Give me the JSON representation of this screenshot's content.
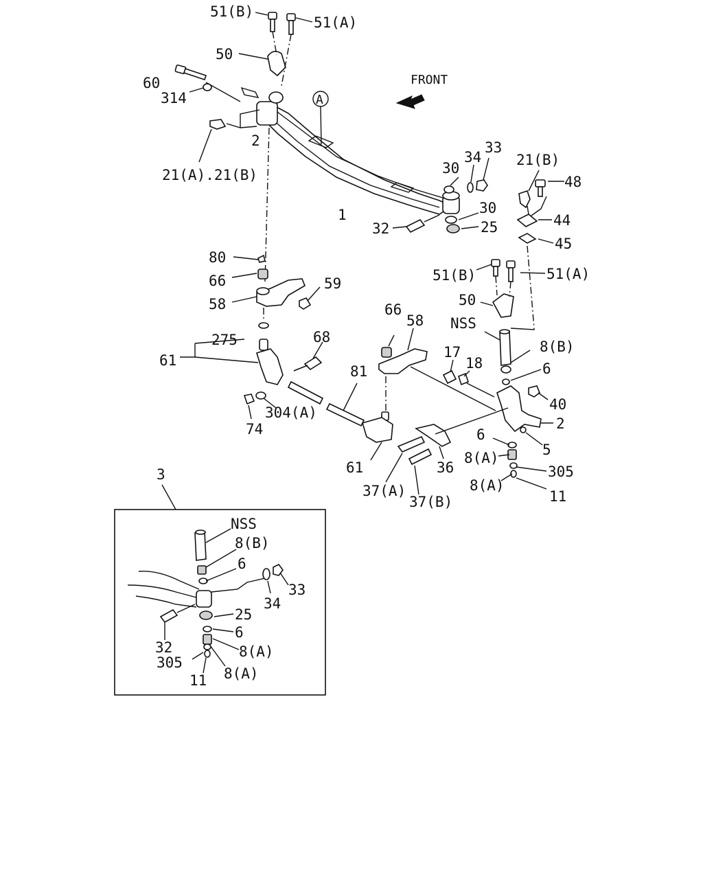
{
  "front_label": "FRONT",
  "ref_circle": "A",
  "labels": {
    "l51b_top": "51(B)",
    "l51a_top": "51(A)",
    "l50_top": "50",
    "l60": "60",
    "l314": "314",
    "l2_top": "2",
    "l21ab": "21(A).21(B)",
    "l1": "1",
    "l30a": "30",
    "l34_top": "34",
    "l33_top": "33",
    "l30b": "30",
    "l25_top": "25",
    "l32_top": "32",
    "l21b": "21(B)",
    "l48": "48",
    "l44": "44",
    "l45": "45",
    "l51b_mid": "51(B)",
    "l51a_mid": "51(A)",
    "l50_mid": "50",
    "lnss_mid": "NSS",
    "l8b_mid": "8(B)",
    "l6_mid": "6",
    "l40": "40",
    "l2_mid": "2",
    "l5": "5",
    "l6_low": "6",
    "l8a_1": "8(A)",
    "l305_mid": "305",
    "l8a_2": "8(A)",
    "l11_mid": "11",
    "l80": "80",
    "l66_left": "66",
    "l58_left": "58",
    "l59": "59",
    "l275": "275",
    "l61_left": "61",
    "l68": "68",
    "l74": "74",
    "l304a": "304(A)",
    "l81": "81",
    "l66_right": "66",
    "l58_right": "58",
    "l17": "17",
    "l18": "18",
    "l61_right": "61",
    "l36": "36",
    "l37a": "37(A)",
    "l37b": "37(B)",
    "l3": "3",
    "inset_nss": "NSS",
    "inset_8b": "8(B)",
    "inset_6a": "6",
    "inset_33": "33",
    "inset_34": "34",
    "inset_25": "25",
    "inset_32": "32",
    "inset_6b": "6",
    "inset_8a1": "8(A)",
    "inset_305": "305",
    "inset_11": "11",
    "inset_8a2": "8(A)"
  }
}
